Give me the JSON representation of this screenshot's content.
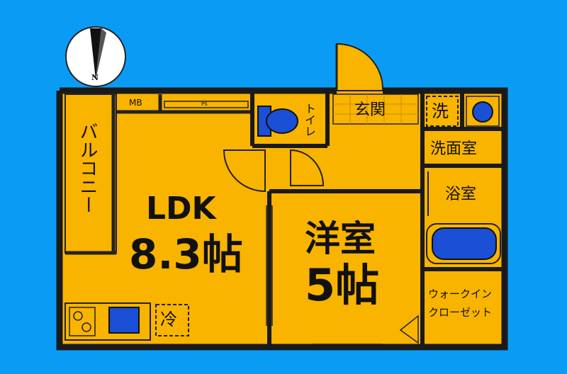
{
  "compass": {
    "north_label": "N",
    "icon": "north-arrow-icon"
  },
  "rooms": {
    "ldk": {
      "name": "LDK",
      "size": "8.3帖"
    },
    "western": {
      "name": "洋室",
      "size": "5帖"
    },
    "balcony": "バルコニー",
    "toilet": "トイレ",
    "entrance": "玄関",
    "washroom": "洗面室",
    "bath": "浴室",
    "walkin": {
      "line1": "ウォークイン",
      "line2": "クローゼット"
    }
  },
  "fixtures": {
    "mb": "MB",
    "ps": "PS",
    "washer": "洗",
    "fridge": "冷"
  },
  "colors": {
    "background": "#0a9cf5",
    "floor": "#f9b400",
    "wall": "#1a1a1a",
    "fixture_blue": "#1a4fd6"
  }
}
